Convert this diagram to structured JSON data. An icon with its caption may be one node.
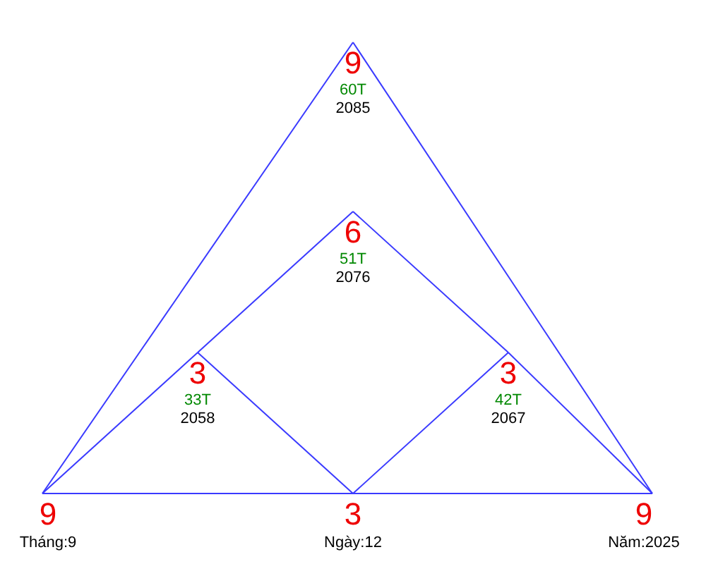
{
  "diagram": {
    "nodes": [
      {
        "text": [
          "9",
          "60T",
          "2085"
        ]
      },
      {
        "text": [
          "6",
          "51T",
          "2076"
        ]
      },
      {
        "text": [
          "3",
          "33T",
          "2058"
        ]
      },
      {
        "text": [
          "3",
          "42T",
          "2067"
        ]
      },
      {
        "text": [
          "9",
          "Tháng:9"
        ]
      },
      {
        "text": [
          "3",
          "Ngày:12"
        ]
      },
      {
        "text": [
          "9",
          "Năm:2025"
        ]
      }
    ],
    "edges": [
      {
        "from": 0,
        "to": 4,
        "arrow": "none"
      },
      {
        "from": 0,
        "to": 6,
        "arrow": "none"
      },
      {
        "from": 4,
        "to": 5,
        "arrow": "none"
      },
      {
        "from": 5,
        "to": 6,
        "arrow": "none"
      },
      {
        "from": 4,
        "to": 2,
        "arrow": "none"
      },
      {
        "from": 2,
        "to": 1,
        "arrow": "none"
      },
      {
        "from": 1,
        "to": 3,
        "arrow": "none"
      },
      {
        "from": 3,
        "to": 6,
        "arrow": "none"
      },
      {
        "from": 2,
        "to": 5,
        "arrow": "none"
      },
      {
        "from": 5,
        "to": 3,
        "arrow": "none"
      }
    ]
  }
}
